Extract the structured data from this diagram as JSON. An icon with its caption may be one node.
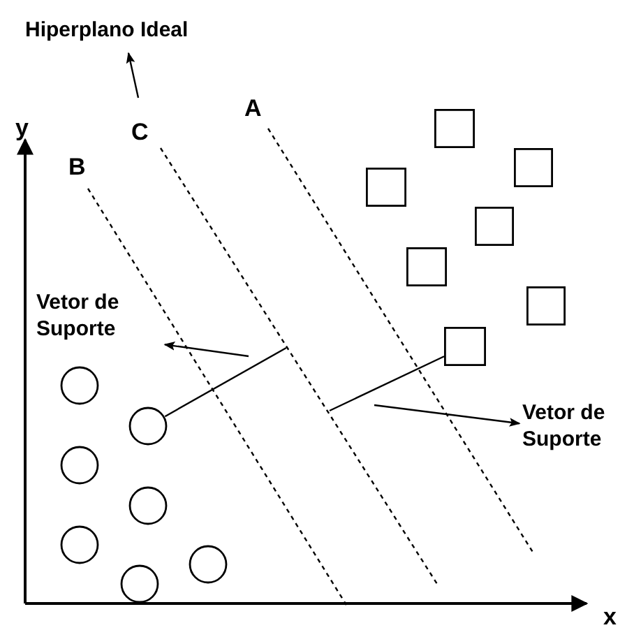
{
  "diagram": {
    "nodes": [
      {
        "text": [
          "Hiperplano Ideal"
        ]
      },
      {
        "text": [],
        "shape": "box"
      },
      {
        "text": [],
        "shape": "box"
      },
      {
        "text": [],
        "shape": "box"
      },
      {
        "text": [],
        "shape": "box"
      },
      {
        "text": [],
        "shape": "box"
      },
      {
        "text": [],
        "shape": "box"
      },
      {
        "text": [],
        "shape": "box"
      },
      {
        "text": [
          "Vetor de Suporte"
        ]
      },
      {
        "text": [],
        "shape": "circle"
      },
      {
        "text": [
          "Vetor de Suporte"
        ]
      },
      {
        "text": [],
        "shape": "circle"
      },
      {
        "text": [],
        "shape": "circle"
      },
      {
        "text": [],
        "shape": "circle"
      },
      {
        "text": [],
        "shape": "circle"
      },
      {
        "text": [],
        "shape": "circle"
      },
      {
        "text": [],
        "shape": "circle"
      }
    ],
    "edges": [
      {
        "from": null,
        "to": 0,
        "arrow": "to"
      },
      {
        "from": null,
        "to": 8,
        "arrow": "to"
      },
      {
        "from": null,
        "to": 10,
        "arrow": "to"
      },
      {
        "from": 11,
        "to": null,
        "arrow": "none"
      },
      {
        "from": 7,
        "to": null,
        "arrow": "none"
      }
    ],
    "labels": [
      "y",
      "A",
      "C",
      "B",
      "x"
    ]
  }
}
